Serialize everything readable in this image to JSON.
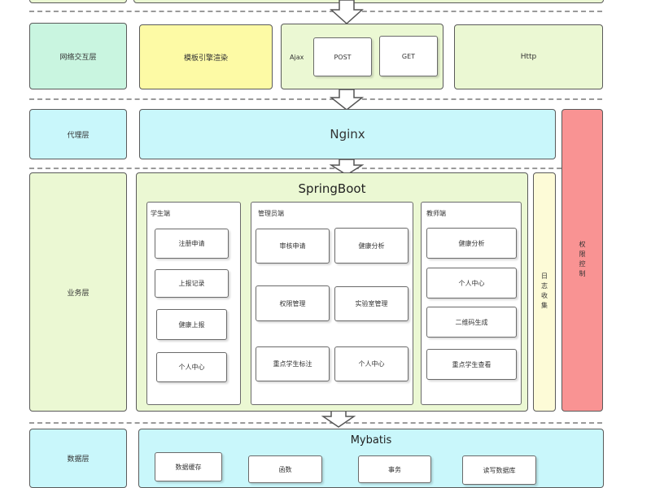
{
  "layers": {
    "network": "网络交互层",
    "proxy": "代理层",
    "business": "业务层",
    "data": "数据层"
  },
  "network_row": {
    "template_engine": "模板引擎渲染",
    "ajax": "Ajax",
    "post": "POST",
    "get": "GET",
    "http": "Http"
  },
  "proxy_row": {
    "nginx": "Nginx"
  },
  "side": {
    "permission_control": "权限控制",
    "log_collection": "日志收集"
  },
  "springboot": {
    "title": "SpringBoot",
    "student": {
      "title": "学生端",
      "items": [
        "注册申请",
        "上报记录",
        "健康上报",
        "个人中心"
      ]
    },
    "admin": {
      "title": "管理员端",
      "items": [
        "审核申请",
        "健康分析",
        "权限管理",
        "实验室管理",
        "重点学生标注",
        "个人中心"
      ]
    },
    "teacher": {
      "title": "教师端",
      "items": [
        "健康分析",
        "个人中心",
        "二维码生成",
        "重点学生查看"
      ]
    }
  },
  "mybatis": {
    "title": "Mybatis",
    "items": [
      "数据缓存",
      "函数",
      "事务",
      "读写数据库"
    ]
  },
  "colors": {
    "layer_label": "#c9f5e0",
    "template_engine": "#fdfaa5",
    "light_green": "#ebf8d3",
    "cyan": "#c9f7fb",
    "permission": "#f99393",
    "log": "#fdfbd7"
  }
}
